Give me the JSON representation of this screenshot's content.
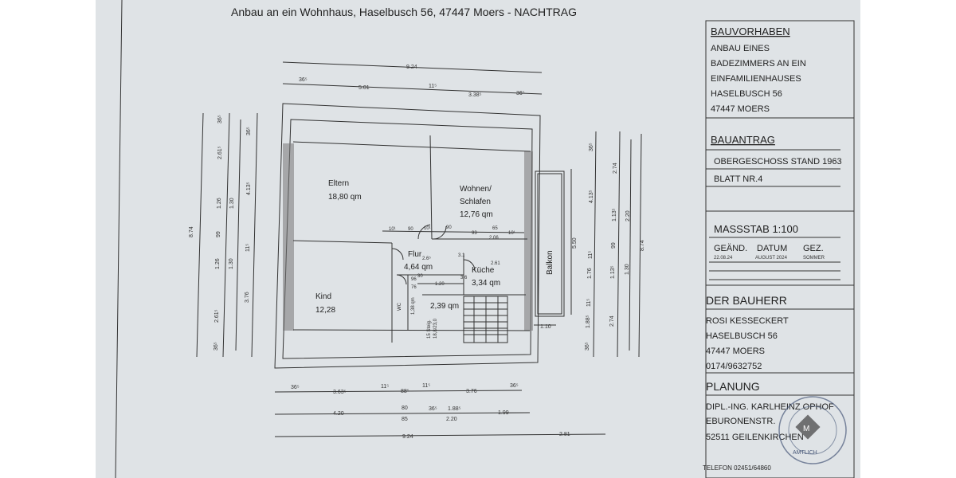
{
  "header": {
    "title": "Anbau an ein Wohnhaus, Haselbusch 56, 47447 Moers - NACHTRAG"
  },
  "title_block": {
    "bauvorhaben": {
      "heading": "BAUVORHABEN",
      "lines": [
        "ANBAU EINES",
        "BADEZIMMERS AN EIN",
        "EINFAMILIENHAUSES",
        "HASELBUSCH 56",
        "47447 MOERS"
      ]
    },
    "bauantrag": {
      "heading": "BAUANTRAG",
      "lines": [
        "OBERGESCHOSS STAND 1963",
        "BLATT NR.4"
      ]
    },
    "massstab": {
      "heading": "MASSSTAB 1:100",
      "columns": [
        "GEÄND.",
        "DATUM",
        "GEZ."
      ],
      "row": [
        "22.08.24",
        "AUGUST 2024",
        "SOMMER"
      ]
    },
    "bauherr": {
      "heading": "DER BAUHERR",
      "lines": [
        "ROSI KESSECKERT",
        "HASELBUSCH 56",
        "47447 MOERS",
        "0174/9632752"
      ]
    },
    "planung": {
      "heading": "PLANUNG",
      "lines": [
        "DIPL.-ING. KARLHEINZ OPHOF",
        "EBURONENSTR.",
        "52511 GEILENKIRCHEN"
      ],
      "telefon": "TELEFON 02451/64860"
    }
  },
  "rooms": {
    "eltern": {
      "name": "Eltern",
      "area": "18,80 qm"
    },
    "wohnen": {
      "name": "Wohnen/",
      "name2": "Schlafen",
      "area": "12,76 qm"
    },
    "flur": {
      "name": "Flur",
      "area": "4,64 qm"
    },
    "kueche": {
      "name": "Küche",
      "area": "3,34 qm"
    },
    "kind": {
      "name": "Kind",
      "area": "12,28"
    },
    "wc": {
      "name": "WC",
      "area": "1,38 qm"
    },
    "treppe": {
      "area": "2,39 qm",
      "steig": "15 Steig.",
      "steig2": "18,8/23,0"
    },
    "balkon": {
      "name": "Balkon"
    }
  },
  "dimensions": {
    "top_total": "9.24",
    "top_parts": [
      "36⁵",
      "5.01",
      "11⁵",
      "3.38⁵",
      "36⁵"
    ],
    "bottom_row1": [
      "36⁵",
      "3.63⁵",
      "11⁵",
      "88⁵",
      "11⁵",
      "3.76",
      "36⁵"
    ],
    "bottom_row2": [
      "4.20",
      "80",
      "85",
      "36⁵",
      "1.88⁵",
      "2.20",
      "1.99"
    ],
    "bottom_row3": [
      "9.24",
      "2.81"
    ],
    "left_outer": "8.74",
    "left_mid": [
      "36⁵",
      "2.61⁵",
      "1.26",
      "99",
      "1.26",
      "2.61⁵",
      "36⁵"
    ],
    "left_inner": [
      "1.30",
      "1.30"
    ],
    "left_col3": [
      "4.13⁵",
      "11⁵",
      "3.76"
    ],
    "right_col1": [
      "5.50"
    ],
    "right_col2": [
      "36⁵",
      "4.13⁵",
      "11⁵",
      "1.76",
      "11⁵",
      "1.88⁵",
      "36⁵"
    ],
    "right_col3": [
      "2.74",
      "1.13⁵",
      "99",
      "1.13⁵",
      "2.74"
    ],
    "right_col4": [
      "2.20",
      "1.30"
    ],
    "right_outer": "8.74",
    "balkon_depth": "1.10",
    "inner": [
      "10¹",
      "90",
      "10¹",
      "90",
      "93",
      "65",
      "10¹",
      "2.06",
      "2.61",
      "2.6⁵",
      "1.20",
      "3.1",
      "3.6",
      "96",
      "30",
      "76"
    ]
  },
  "stamp": {
    "text": "AMTLICH",
    "mark": "M"
  }
}
